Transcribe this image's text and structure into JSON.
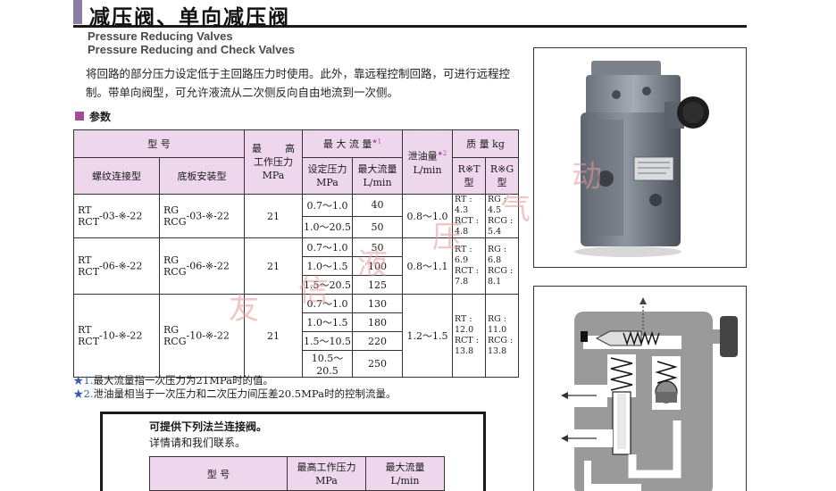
{
  "header": {
    "title_cn": "减压阀、单向减压阀",
    "title_en_1": "Pressure Reducing Valves",
    "title_en_2": "Pressure Reducing and Check Valves"
  },
  "intro": {
    "text": "将回路的部分压力设定低于主回路压力时使用。此外，靠远程控制回路，可进行远程控制。带单向阀型，可允许液流从二次侧反向自由地流到一次侧。"
  },
  "section": {
    "label": "参数"
  },
  "spec_table": {
    "h_model": "型 号",
    "h_thread": "螺纹连接型",
    "h_plate": "底板安装型",
    "h_pressure_a": "最",
    "h_pressure_b": "高",
    "h_pressure_c": "工作压力",
    "h_pressure_unit": "MPa",
    "h_flow": "最 大 流 量",
    "h_flow_mark": "★1",
    "h_set_pressure": "设定压力",
    "h_set_pressure_unit": "MPa",
    "h_max_flow": "最大流量",
    "h_max_flow_unit": "L/min",
    "h_leak": "泄油量",
    "h_leak_mark": "★2",
    "h_leak_unit": "L/min",
    "h_weight": "质 量 kg",
    "h_rt_a": "R※T",
    "h_rt_b": "型",
    "h_rg_a": "R※G",
    "h_rg_b": "型",
    "groups": [
      {
        "thread_1": "RT",
        "thread_2": "RCT",
        "thread_suffix": "-03-※-22",
        "plate_1": "RG",
        "plate_2": "RCG",
        "plate_suffix": "-03-※-22",
        "pressure": "21",
        "rows": [
          {
            "set": "0.7～1.0",
            "flow": "40"
          },
          {
            "set": "1.0～20.5",
            "flow": "50"
          }
        ],
        "leak": "0.8～1.0",
        "w_rt": "RT :\n4.3\nRCT :\n4.8",
        "w_rg": "RG :\n4.5\nRCG :\n5.4"
      },
      {
        "thread_1": "RT",
        "thread_2": "RCT",
        "thread_suffix": "-06-※-22",
        "plate_1": "RG",
        "plate_2": "RCG",
        "plate_suffix": "-06-※-22",
        "pressure": "21",
        "rows": [
          {
            "set": "0.7～1.0",
            "flow": "50"
          },
          {
            "set": "1.0～1.5",
            "flow": "100"
          },
          {
            "set": "1.5～20.5",
            "flow": "125"
          }
        ],
        "leak": "0.8～1.1",
        "w_rt": "RT :\n6.9\nRCT :\n7.8",
        "w_rg": "RG :\n6.8\nRCG :\n8.1"
      },
      {
        "thread_1": "RT",
        "thread_2": "RCT",
        "thread_suffix": "-10-※-22",
        "plate_1": "RG",
        "plate_2": "RCG",
        "plate_suffix": "-10-※-22",
        "pressure": "21",
        "rows": [
          {
            "set": "0.7～1.0",
            "flow": "130"
          },
          {
            "set": "1.0～1.5",
            "flow": "180"
          },
          {
            "set": "1.5～10.5",
            "flow": "220"
          },
          {
            "set": "10.5～20.5",
            "flow": "250"
          }
        ],
        "leak": "1.2～1.5",
        "w_rt": "RT :\n12.0\nRCT :\n13.8",
        "w_rg": "RG :\n11.0\nRCG :\n13.8"
      }
    ]
  },
  "notes": {
    "n1_mark": "★1.",
    "n1": "最大流量指一次压力为21MPa时的值。",
    "n2_mark": "★2.",
    "n2": "泄油量相当于一次压力和二次压力间压差20.5MPa时的控制流量。"
  },
  "flange": {
    "title": "可提供下列法兰连接阀。",
    "subtitle": "详情请和我们联系。",
    "h_model": "型 号",
    "h_pressure_1": "最高工作压力",
    "h_pressure_2": "MPa",
    "h_flow_1": "最大流量",
    "h_flow_2": "L/min"
  },
  "watermark": {
    "c1": "友",
    "c2": "信",
    "c3": "液",
    "c4": "压",
    "c5": "气",
    "c6": "动"
  },
  "colors": {
    "accent": "#8a7fa3",
    "header_bg": "#eed6ec",
    "note_star": "#3b5ba8",
    "watermark": "#e39a9a"
  }
}
